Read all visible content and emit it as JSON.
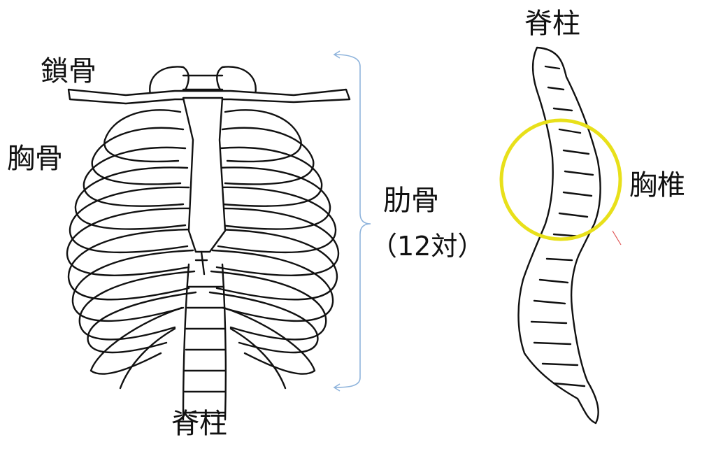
{
  "labels": {
    "clavicle": "鎖骨",
    "sternum": "胸骨",
    "ribs": "肋骨",
    "ribs_count": "（12対）",
    "spine_bottom": "脊柱",
    "spine_top": "脊柱",
    "thoracic_vertebrae": "胸椎"
  },
  "colors": {
    "bracket": "#8fb4dc",
    "highlight_ring": "#e8e01a",
    "ink": "#111111"
  }
}
